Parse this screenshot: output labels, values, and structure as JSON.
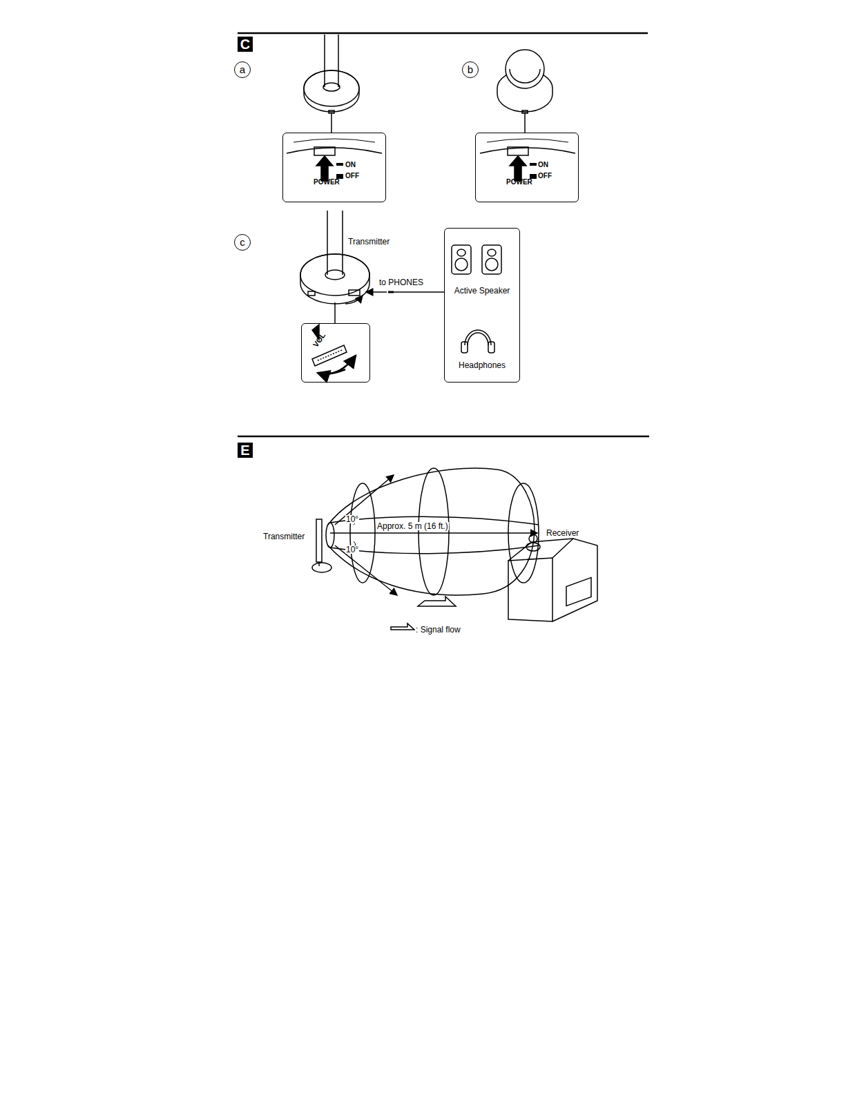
{
  "diagram": {
    "nodes": [
      {
        "text": [
          "C"
        ]
      },
      {
        "text": [
          "a"
        ]
      },
      {
        "text": [
          "ON",
          "OFF",
          "POWER"
        ]
      },
      {
        "text": [
          "b"
        ]
      },
      {
        "text": [
          "ON",
          "OFF",
          "POWER"
        ]
      },
      {
        "text": [
          "c"
        ]
      },
      {
        "text": [
          "VOL"
        ]
      },
      {
        "text": [
          "Active Speaker",
          "Headphones"
        ]
      },
      {
        "text": [
          "E"
        ]
      }
    ],
    "labels": [
      "Transmitter",
      "to PHONES",
      "Transmitter",
      "10°",
      "10°",
      "Approx. 5 m (16 ft.)",
      "Receiver",
      ": Signal flow"
    ]
  }
}
